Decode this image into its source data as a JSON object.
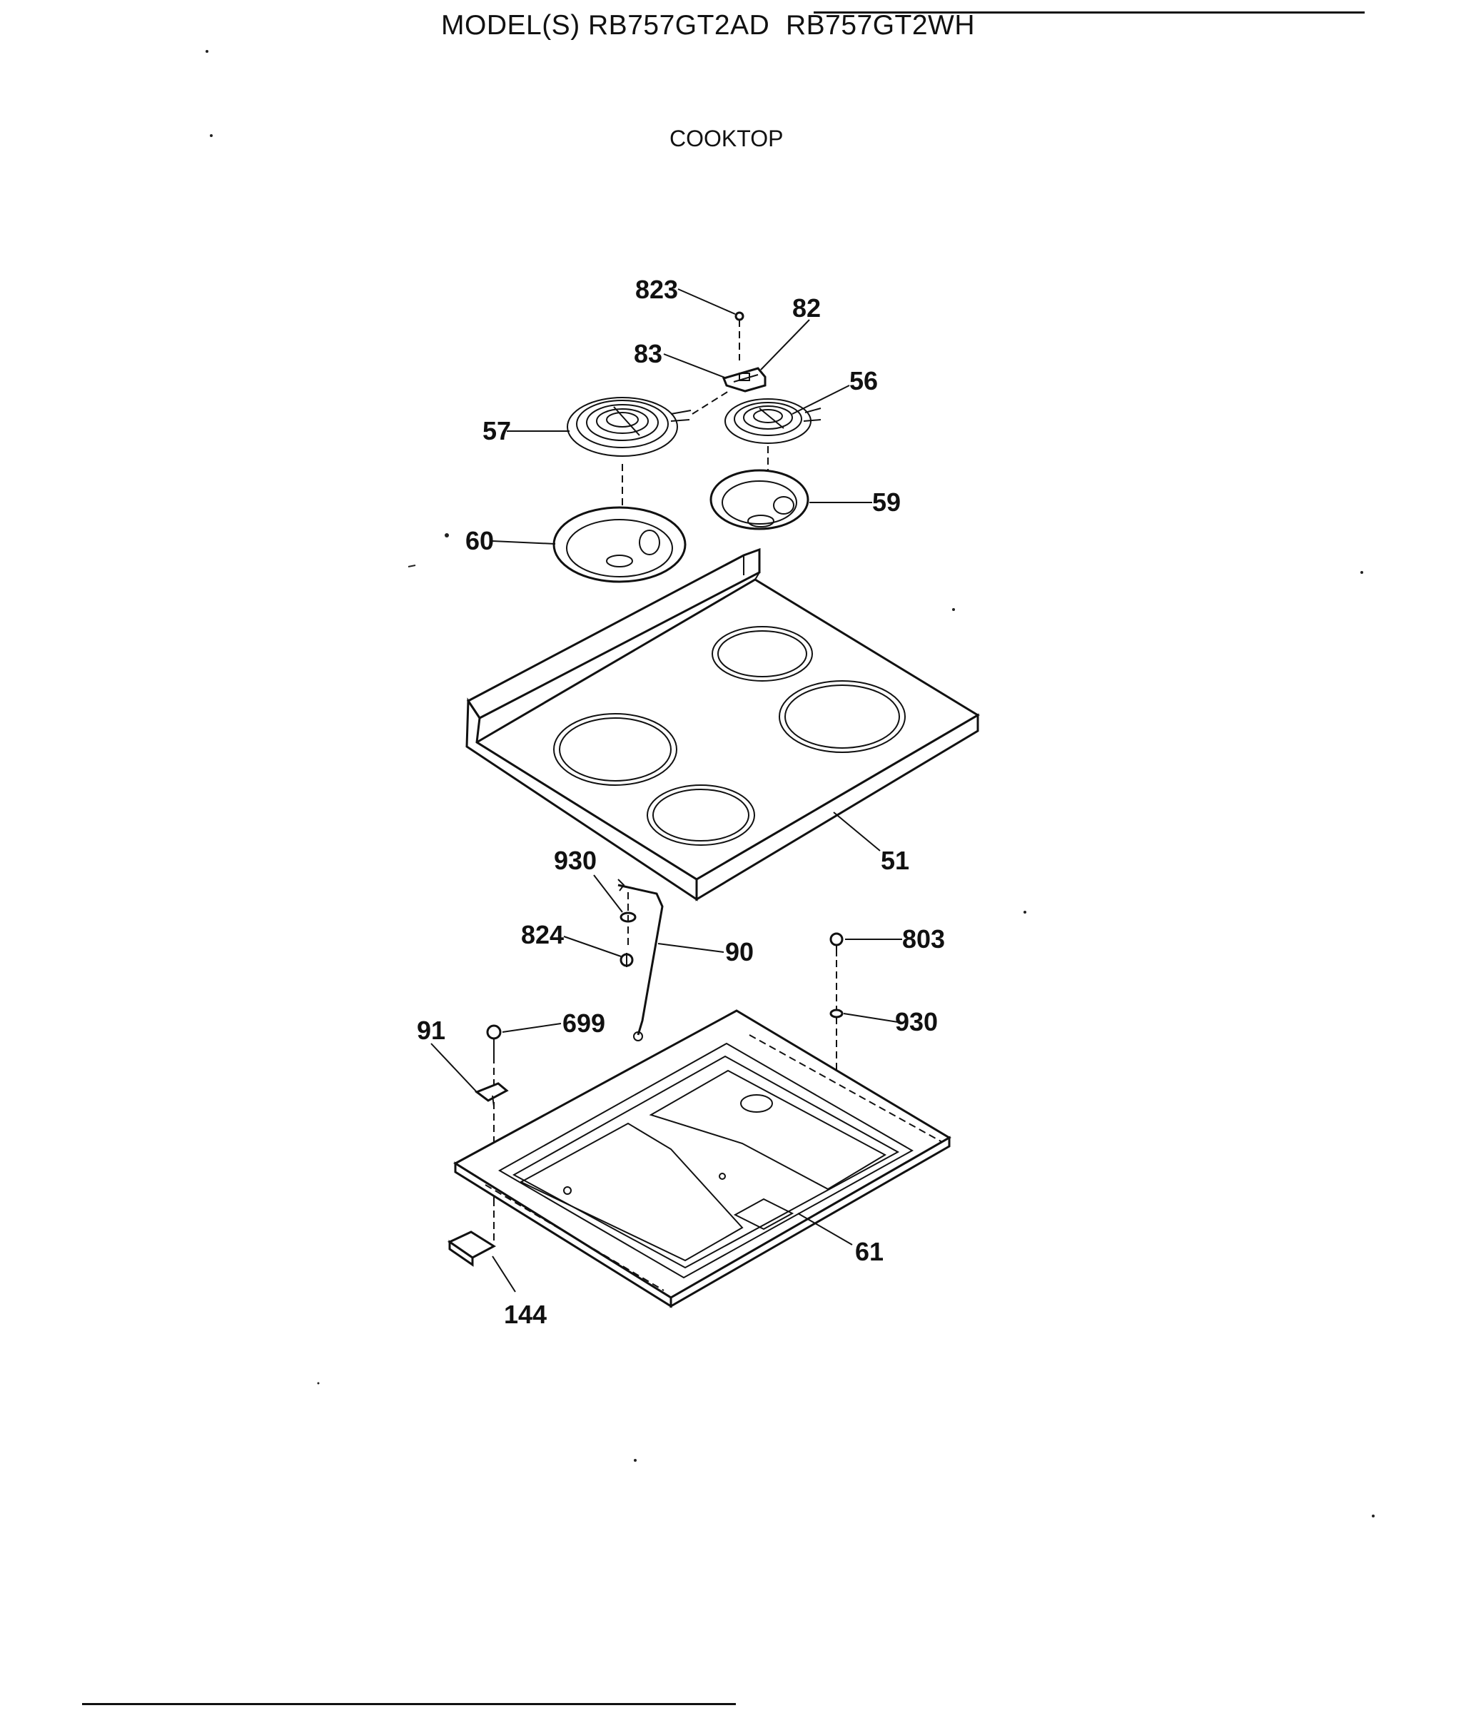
{
  "header": {
    "model_line": "MODEL(S) RB757GT2AD  RB757GT2WH",
    "section_title": "COOKTOP"
  },
  "callouts": [
    {
      "id": "823",
      "text": "823"
    },
    {
      "id": "82",
      "text": "82"
    },
    {
      "id": "83",
      "text": "83"
    },
    {
      "id": "56",
      "text": "56"
    },
    {
      "id": "57",
      "text": "57"
    },
    {
      "id": "59",
      "text": "59"
    },
    {
      "id": "60",
      "text": "60"
    },
    {
      "id": "51",
      "text": "51"
    },
    {
      "id": "930a",
      "text": "930"
    },
    {
      "id": "824",
      "text": "824"
    },
    {
      "id": "90",
      "text": "90"
    },
    {
      "id": "803",
      "text": "803"
    },
    {
      "id": "91",
      "text": "91"
    },
    {
      "id": "699",
      "text": "699"
    },
    {
      "id": "930b",
      "text": "930"
    },
    {
      "id": "61",
      "text": "61"
    },
    {
      "id": "144",
      "text": "144"
    }
  ]
}
